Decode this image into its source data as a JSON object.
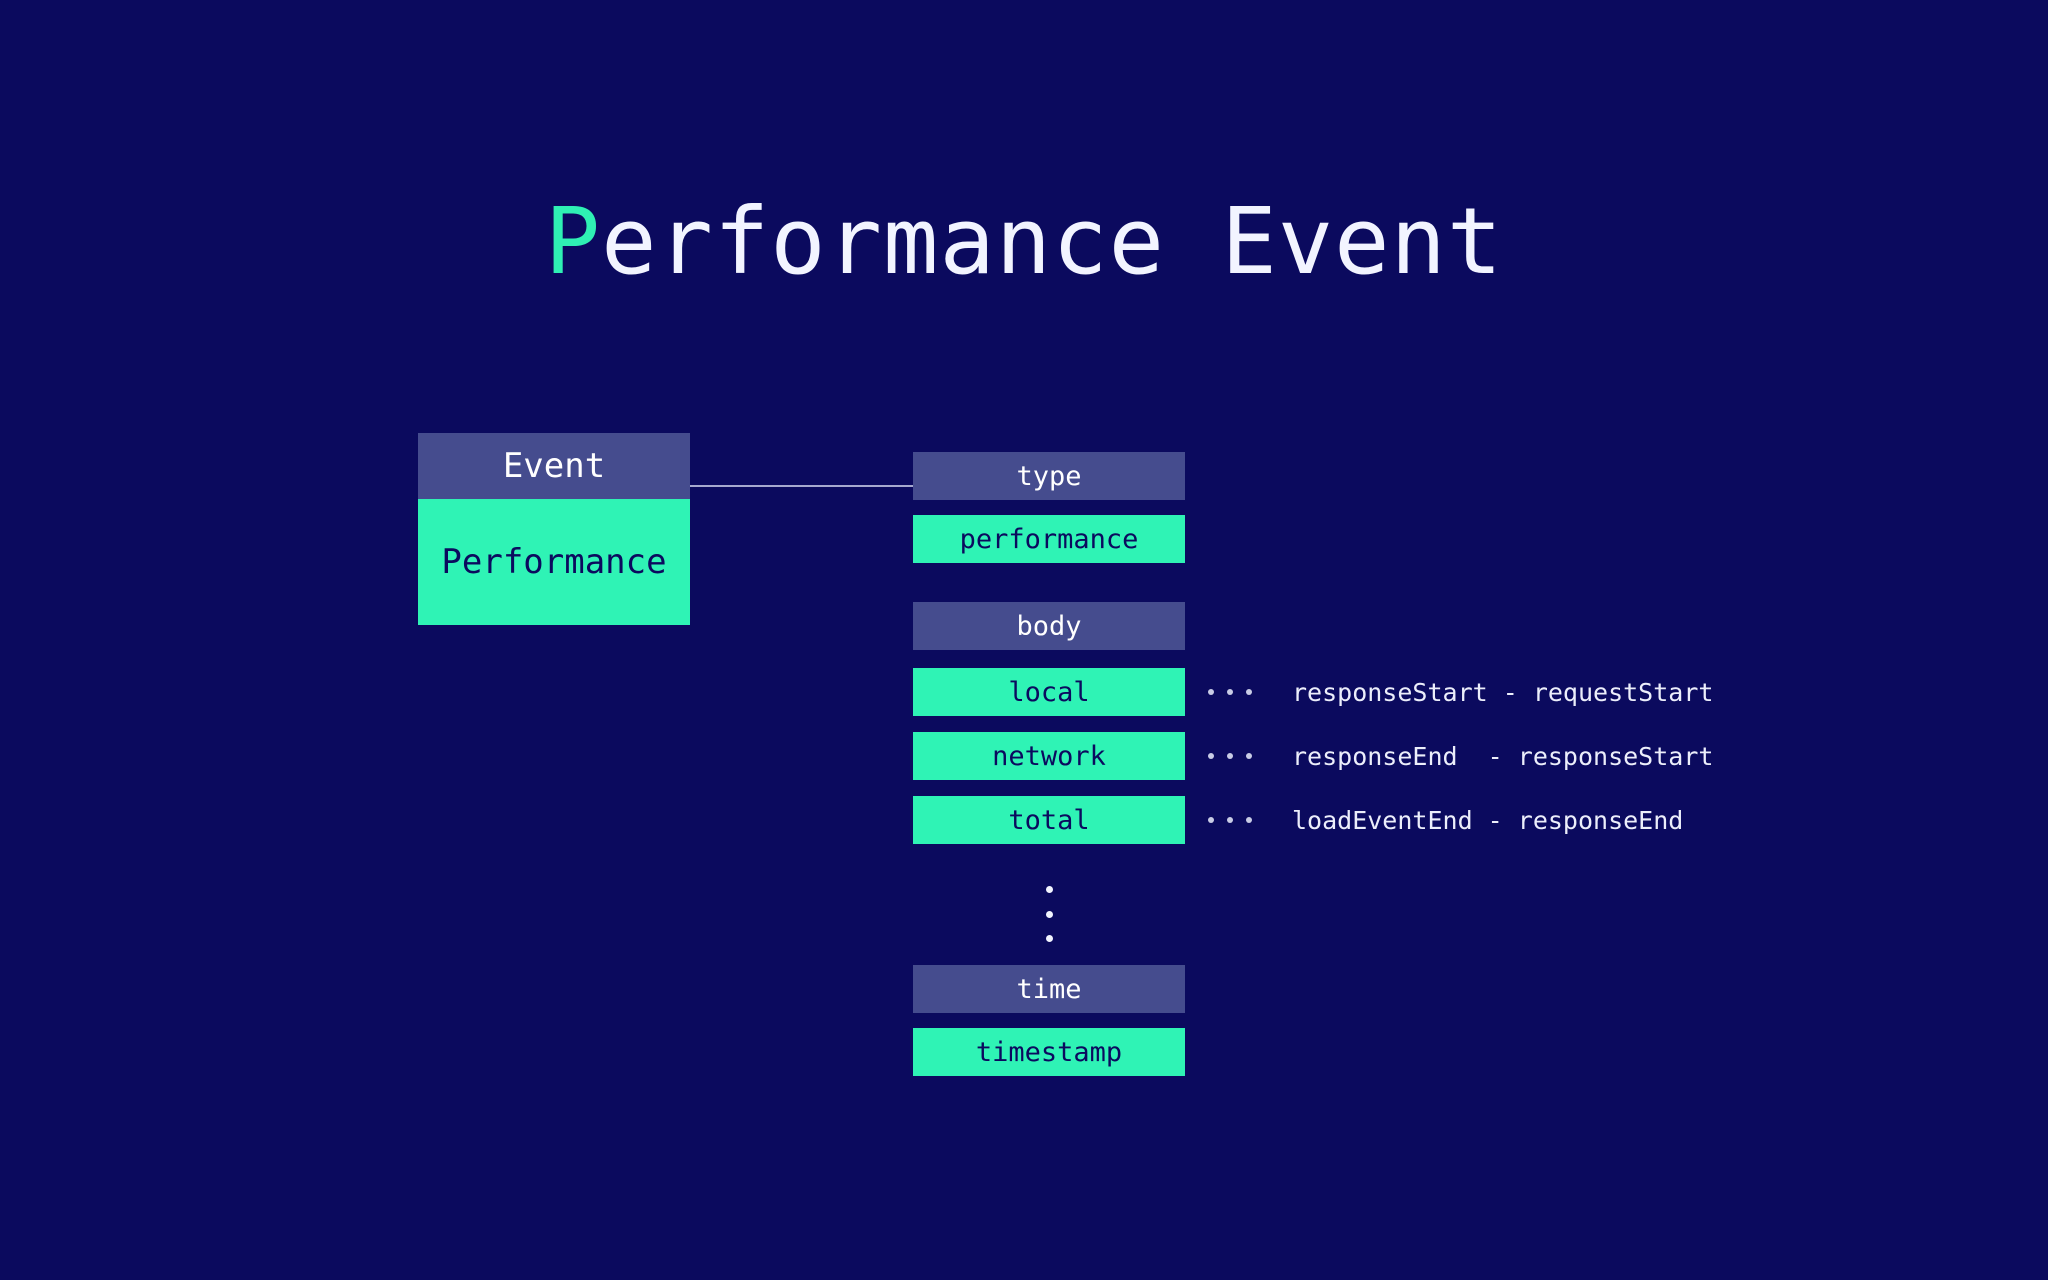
{
  "page": {
    "background_color": "#0b0a5e",
    "accent_color": "#2ff3b5",
    "key_box_color": "#454c8e",
    "text_color": "#f2f4ff"
  },
  "title": {
    "accent_letter": "P",
    "rest": "erformance Event",
    "full": "Performance Event"
  },
  "event_card": {
    "key_label": "Event",
    "value_label": "Performance"
  },
  "fields": [
    {
      "key": "type",
      "value": "performance"
    },
    {
      "key": "body",
      "value": "local"
    },
    {
      "key": "time",
      "value": "timestamp"
    }
  ],
  "body_rows": [
    {
      "label": "local",
      "formula": "responseStart - requestStart"
    },
    {
      "label": "network",
      "formula": "responseEnd  - responseStart"
    },
    {
      "label": "total",
      "formula": "loadEventEnd - responseEnd"
    }
  ],
  "right_column": {
    "type_key": "type",
    "type_value": "performance",
    "body_key": "body",
    "body_local": "local",
    "body_network": "network",
    "body_total": "total",
    "time_key": "time",
    "time_value": "timestamp",
    "ellipsis": "⋮"
  },
  "annotations": {
    "local": "responseStart - requestStart",
    "network": "responseEnd  - responseStart",
    "total": "loadEventEnd - responseEnd"
  }
}
